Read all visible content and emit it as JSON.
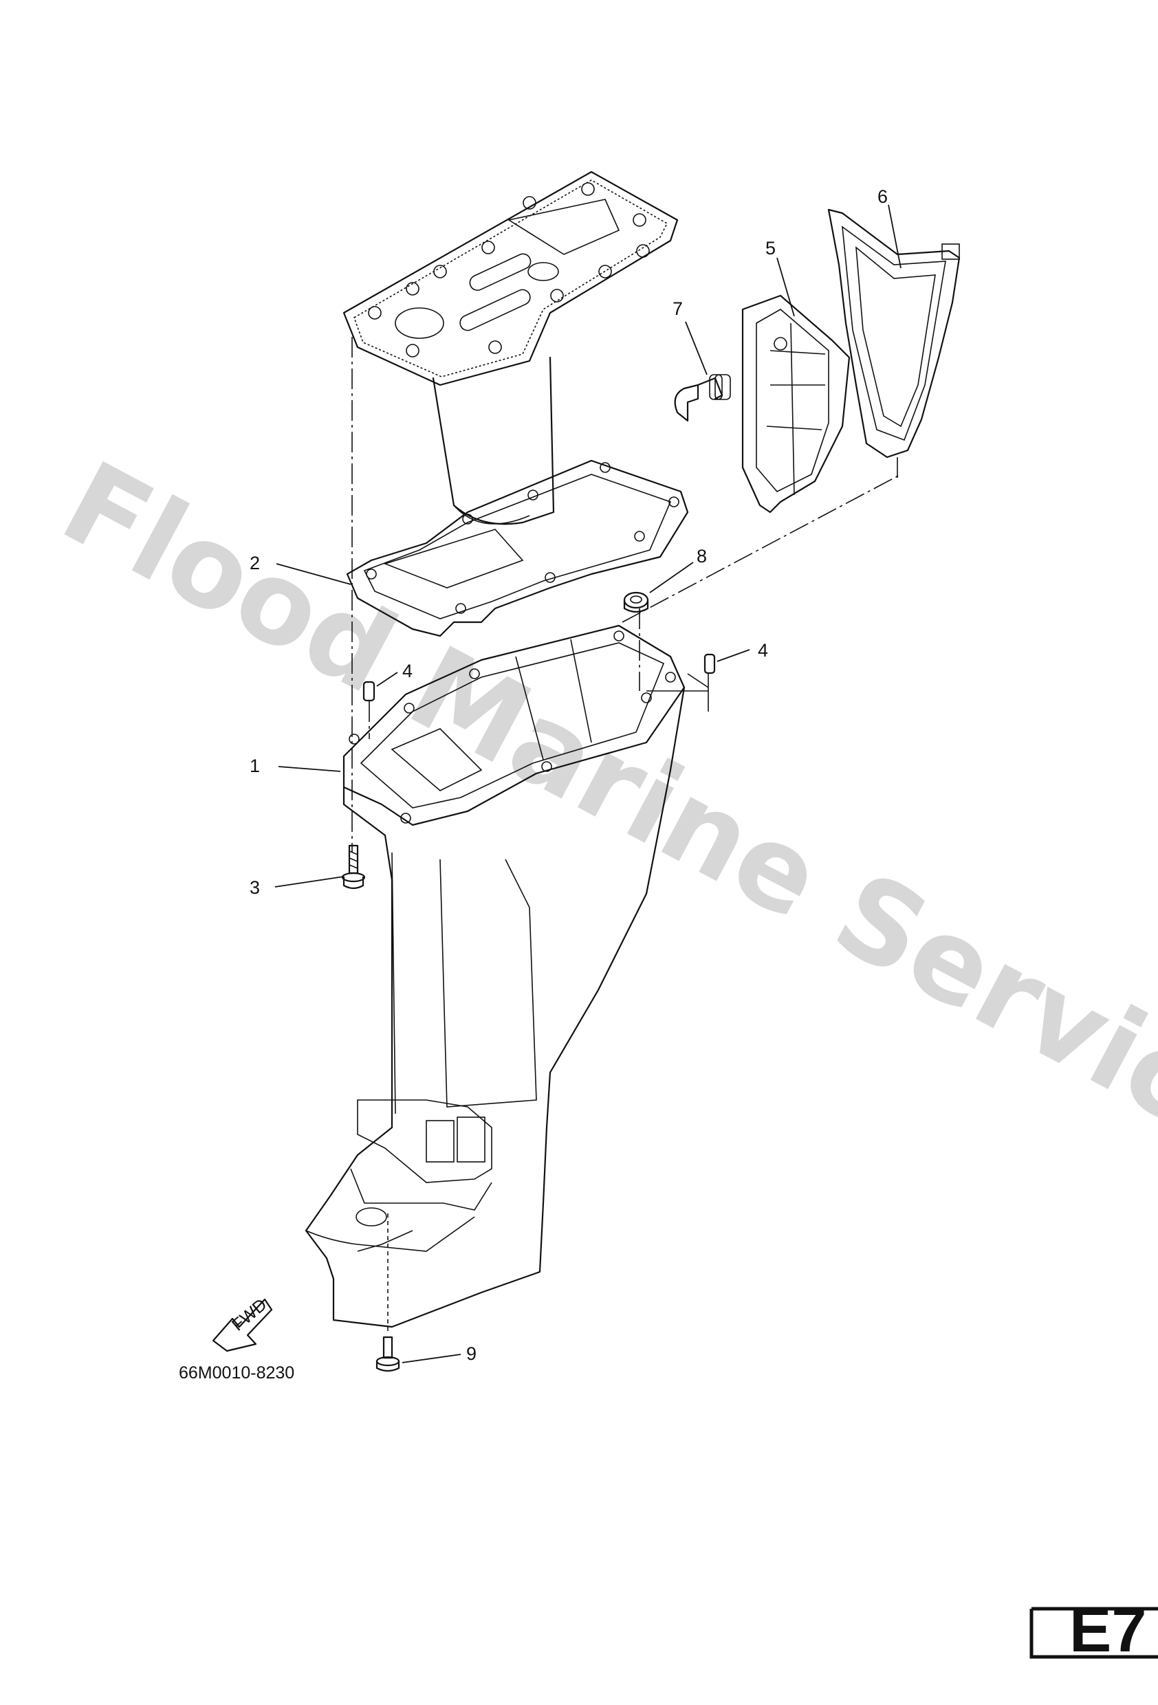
{
  "watermark": "Flood Marine Services",
  "drawing_code": "66M0010-8230",
  "page_code": "E7",
  "fwd_label": "FWD",
  "callouts": [
    {
      "label": "1"
    },
    {
      "label": "2"
    },
    {
      "label": "3"
    },
    {
      "label": "4"
    },
    {
      "label": "4"
    },
    {
      "label": "5"
    },
    {
      "label": "6"
    },
    {
      "label": "7"
    },
    {
      "label": "8"
    },
    {
      "label": "9"
    }
  ]
}
